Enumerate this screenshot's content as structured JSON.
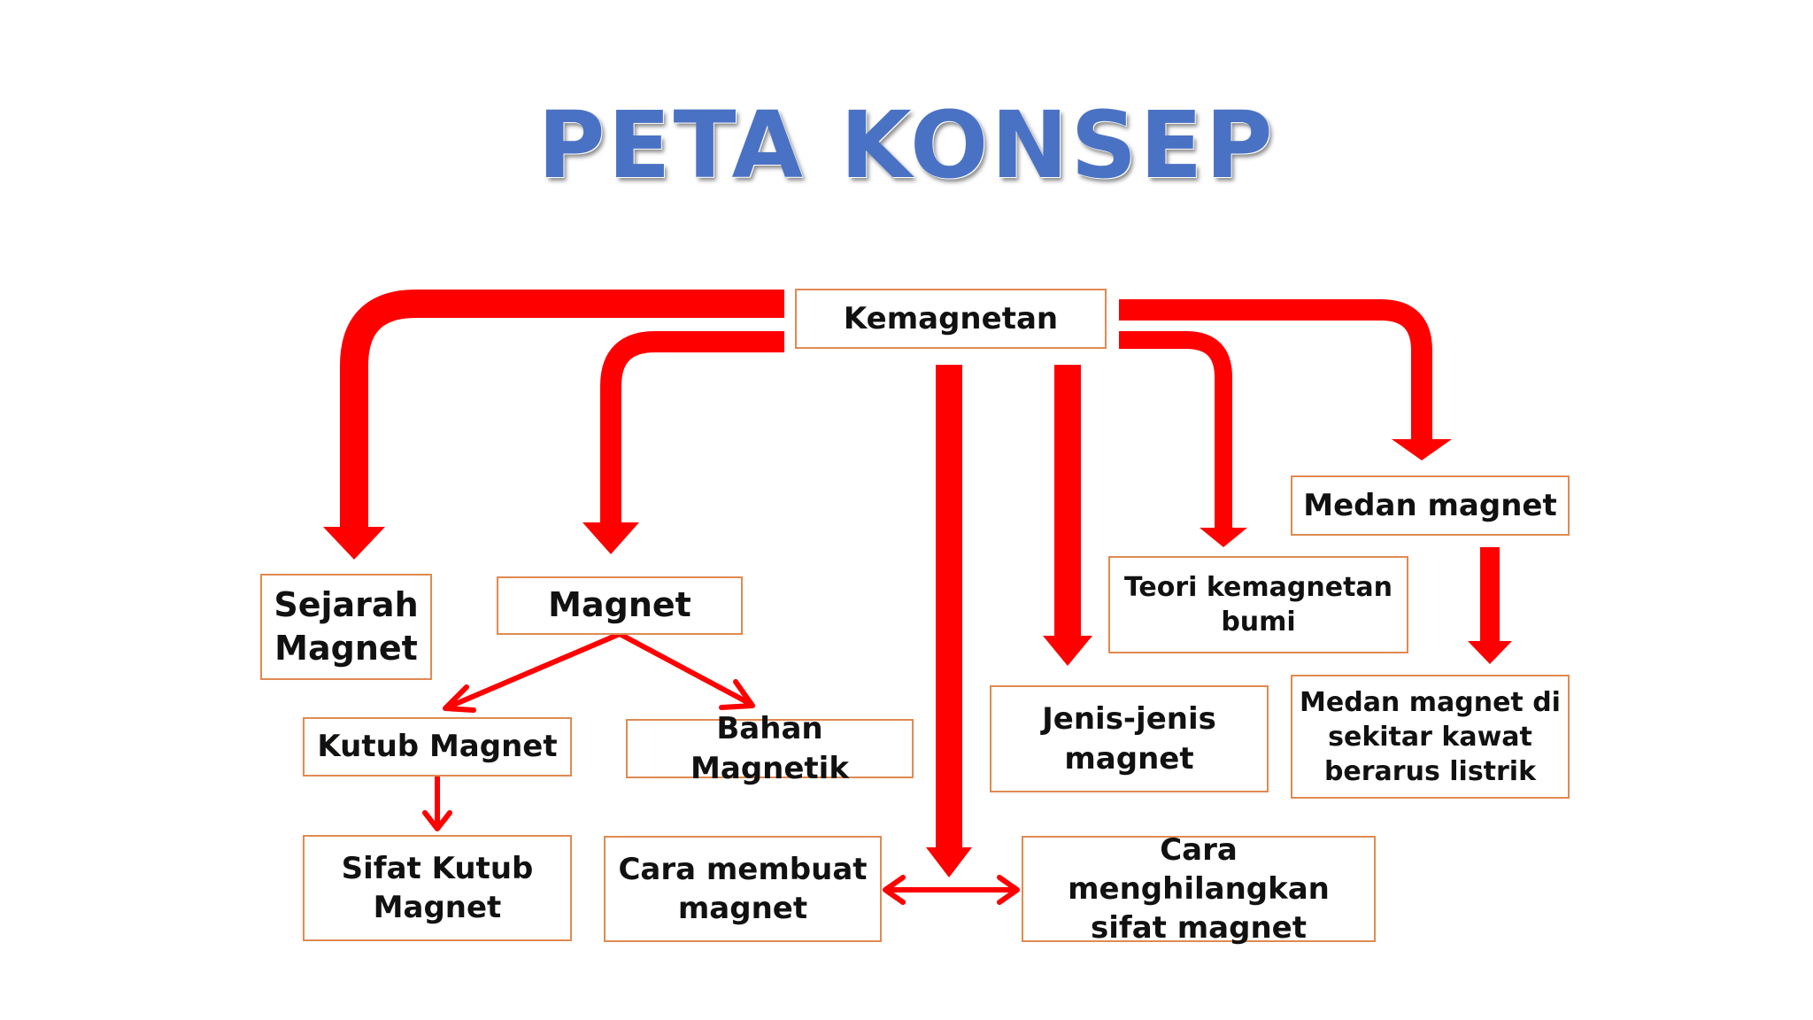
{
  "title": "PETA KONSEP",
  "colors": {
    "arrow": "#ff0000",
    "box_border": "#e08a52",
    "title": "#4a72c4"
  },
  "nodes": {
    "kemagnetan": "Kemagnetan",
    "sejarah_magnet": "Sejarah Magnet",
    "magnet": "Magnet",
    "kutub_magnet": "Kutub Magnet",
    "bahan_magnetik": "Bahan Magnetik",
    "sifat_kutub_magnet": "Sifat Kutub Magnet",
    "cara_membuat_magnet": "Cara membuat magnet",
    "cara_menghilangkan": "Cara menghilangkan sifat magnet",
    "jenis_jenis_magnet": "Jenis-jenis magnet",
    "teori_kemagnetan_bumi": "Teori kemagnetan bumi",
    "medan_magnet": "Medan magnet",
    "medan_magnet_kawat": "Medan magnet di sekitar kawat berarus listrik"
  },
  "edges": [
    {
      "from": "kemagnetan",
      "to": "sejarah_magnet"
    },
    {
      "from": "kemagnetan",
      "to": "magnet"
    },
    {
      "from": "kemagnetan",
      "to": "cara_membuat_magnet"
    },
    {
      "from": "kemagnetan",
      "to": "cara_menghilangkan"
    },
    {
      "from": "kemagnetan",
      "to": "jenis_jenis_magnet"
    },
    {
      "from": "kemagnetan",
      "to": "teori_kemagnetan_bumi"
    },
    {
      "from": "kemagnetan",
      "to": "medan_magnet"
    },
    {
      "from": "magnet",
      "to": "kutub_magnet"
    },
    {
      "from": "magnet",
      "to": "bahan_magnetik"
    },
    {
      "from": "kutub_magnet",
      "to": "sifat_kutub_magnet"
    },
    {
      "from": "medan_magnet",
      "to": "medan_magnet_kawat"
    },
    {
      "from": "cara_membuat_magnet",
      "to": "cara_menghilangkan",
      "bidirectional": true
    }
  ]
}
